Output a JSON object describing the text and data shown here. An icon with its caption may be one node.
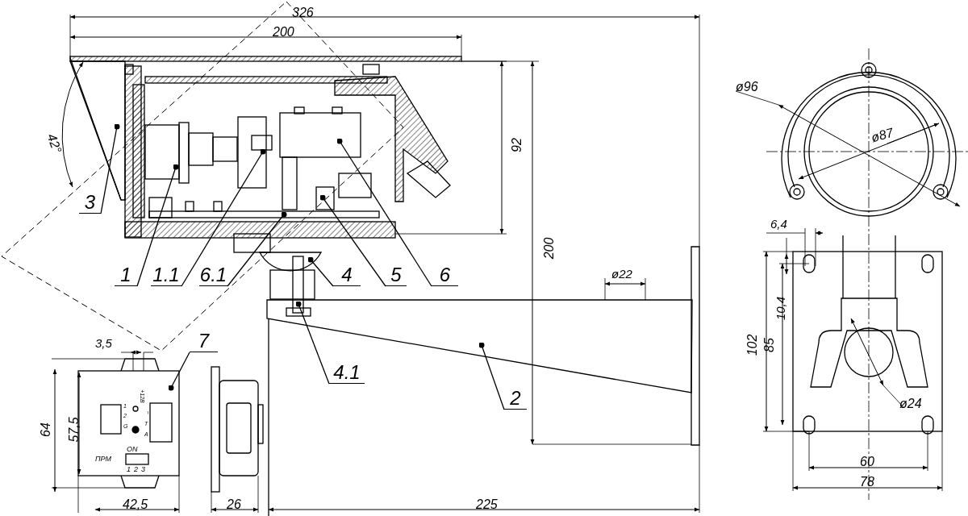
{
  "diagram": {
    "nodes": [
      {
        "text": [
          "3"
        ]
      },
      {
        "text": [
          "1"
        ]
      },
      {
        "text": [
          "1.1"
        ]
      },
      {
        "text": [
          "6.1"
        ]
      },
      {
        "text": [
          "4"
        ]
      },
      {
        "text": [
          "5"
        ]
      },
      {
        "text": [
          "6"
        ]
      },
      {
        "text": [
          "7"
        ]
      },
      {
        "text": [
          "4.1"
        ]
      },
      {
        "text": [
          "2"
        ]
      },
      {
        "text": [],
        "shape": "picture"
      },
      {
        "text": [],
        "shape": "box"
      },
      {
        "text": [],
        "shape": "box"
      },
      {
        "text": [],
        "shape": "box"
      },
      {
        "text": [],
        "shape": "picture"
      },
      {
        "text": [],
        "shape": "box"
      },
      {
        "text": [],
        "shape": "box"
      },
      {
        "text": [],
        "shape": "box"
      },
      {
        "text": [],
        "shape": "box"
      },
      {
        "text": [],
        "shape": "picture"
      }
    ],
    "edges": [
      {
        "from": 0,
        "to": 10,
        "arrow": "other"
      },
      {
        "from": 1,
        "to": 11,
        "arrow": "other"
      },
      {
        "from": 2,
        "to": 12,
        "arrow": "other"
      },
      {
        "from": 3,
        "to": 13,
        "arrow": "other"
      },
      {
        "from": 4,
        "to": 14,
        "arrow": "other"
      },
      {
        "from": 5,
        "to": 15,
        "arrow": "other"
      },
      {
        "from": 6,
        "to": 16,
        "arrow": "other"
      },
      {
        "from": 7,
        "to": 17,
        "arrow": "other"
      },
      {
        "from": 8,
        "to": 18,
        "arrow": "other"
      },
      {
        "from": 9,
        "to": 19,
        "arrow": "other"
      }
    ],
    "labels": [
      "326",
      "200",
      "ø96",
      "ø87",
      "42°",
      "92",
      "200",
      "6,4",
      "ø22",
      "10,4",
      "3,5",
      "102",
      "85",
      "ø24",
      "64",
      "57,5",
      "1",
      "2",
      "G",
      "+12В",
      "−",
      "T",
      "A",
      "ПРМ",
      "ON",
      "1",
      "2",
      "3",
      "42,5",
      "26",
      "225",
      "60",
      "78"
    ]
  }
}
